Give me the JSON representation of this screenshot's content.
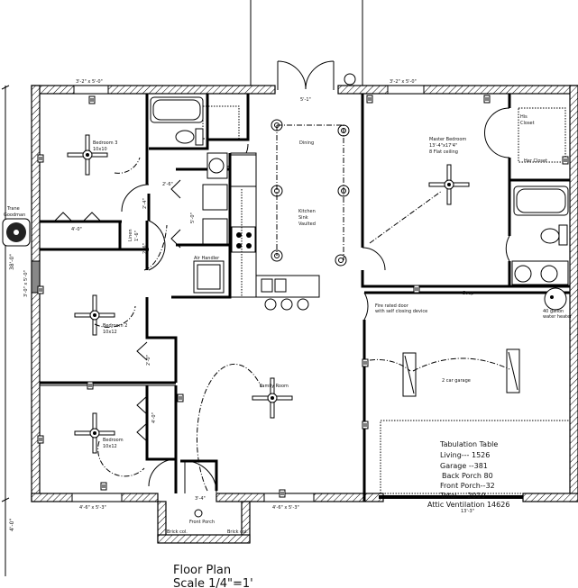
{
  "title": "Floor Plan",
  "scale": "Scale 1/4\"=1'",
  "dimensions": {
    "window_top_left": "3'-2\" x 5'-0\"",
    "window_top_right": "3'-2\" x 5'-0\"",
    "window_left": "3'-0\" x 5'-0\"",
    "window_bottom_left": "4'-6\" x 5'-3\"",
    "window_bottom_right": "4'-6\" x 5'-3\"",
    "overall_depth": "38'-0\"",
    "porch_depth": "4'-0\"",
    "dining_door": "5'-1\"",
    "closet_4": "4'-0\"",
    "hall_2_6": "2'-6\"",
    "laundry_5": "5'-0\"",
    "door_2_4": "2'-4\"",
    "door_2_6": "2'-6\"",
    "entry_door": "3'-4\"",
    "closet_bed2": "2'-0\"",
    "closet_bed1": "4'-0\"",
    "attic_sub": "13'-3\""
  },
  "rooms": {
    "bedroom3": {
      "name": "Bedroom 3",
      "size": "10x10"
    },
    "bedroom2": {
      "name": "Bedroom 2",
      "size": "10x12"
    },
    "bedroom1": {
      "name": "Bedroom",
      "size": "10x12"
    },
    "linen": {
      "name": "Linen",
      "size": "1'-6\""
    },
    "air_handler": "Air Handler",
    "dining": "Dining",
    "kitchen": {
      "name": "Kitchen",
      "line2": "Sink",
      "line3": "Vaulted"
    },
    "master": {
      "name": "Master Bedroom",
      "size": "13'-4\"x17'4\"",
      "ceiling": "8 Flat ceiling"
    },
    "his_closet": {
      "line1": "His",
      "line2": "Closet"
    },
    "her_closet": "Her Closet",
    "soap": "Soap",
    "fire_door": {
      "line1": "Fire rated door",
      "line2": "with self closing device"
    },
    "water_heater": {
      "line1": "40 gallon",
      "line2": "water heater"
    },
    "garage": "2 car garage",
    "family": "Family Room",
    "front_porch": "Front Porch",
    "brick_left": "Brick col.",
    "brick_right": "Brick col.",
    "hvac": {
      "line1": "Trane",
      "line2": "Goodman"
    }
  },
  "tabulation": {
    "title": "Tabulation Table",
    "living": "Living--- 1526",
    "garage": "Garage --381",
    "back_porch": "Back Porch 80",
    "front_porch": "Front Porch--32",
    "total": "Total----2019",
    "attic": "Attic Ventilation 14626"
  }
}
